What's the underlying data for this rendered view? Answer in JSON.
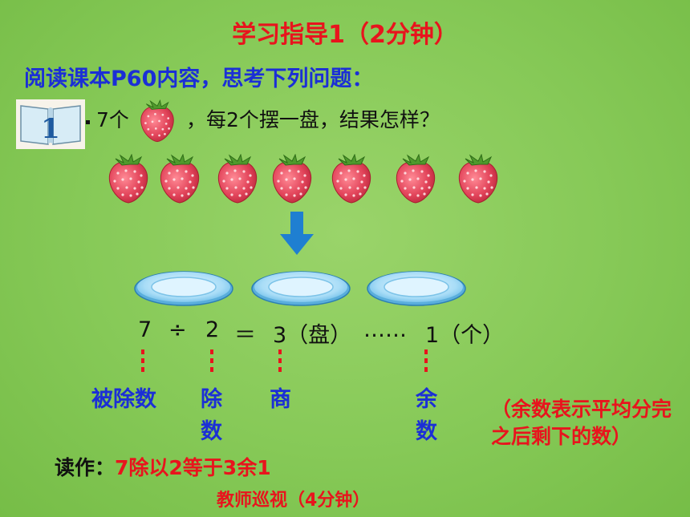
{
  "title": "学习指导1（2分钟）",
  "instruction": "阅读课本P60内容，思考下列问题：",
  "book_number": "1",
  "question": {
    "part1": "7个",
    "part2": "，每2个摆一盘，结果怎样？"
  },
  "strawberry_count": 7,
  "plate_count": 3,
  "equation": {
    "dividend": "7",
    "divide_sign": "÷",
    "divisor": "2",
    "equals": "＝",
    "quotient": "3（盘）",
    "ellipsis": "……",
    "remainder": "1（个）"
  },
  "labels": {
    "dividend": "被除数",
    "divisor_line1": "除",
    "divisor_line2": "数",
    "quotient": "商",
    "remainder_line1": "余",
    "remainder_line2": "数"
  },
  "note": "（余数表示平均分完之后剩下的数）",
  "reading": {
    "prefix": "读作：",
    "text": "7除以2等于3余1"
  },
  "teacher_tour": "教师巡视（4分钟）",
  "colors": {
    "title": "#e8141d",
    "instruction": "#1b2fd6",
    "strawberry": "#e2445a",
    "arrow": "#1f7fd1",
    "plate": "#7fc8ee"
  }
}
